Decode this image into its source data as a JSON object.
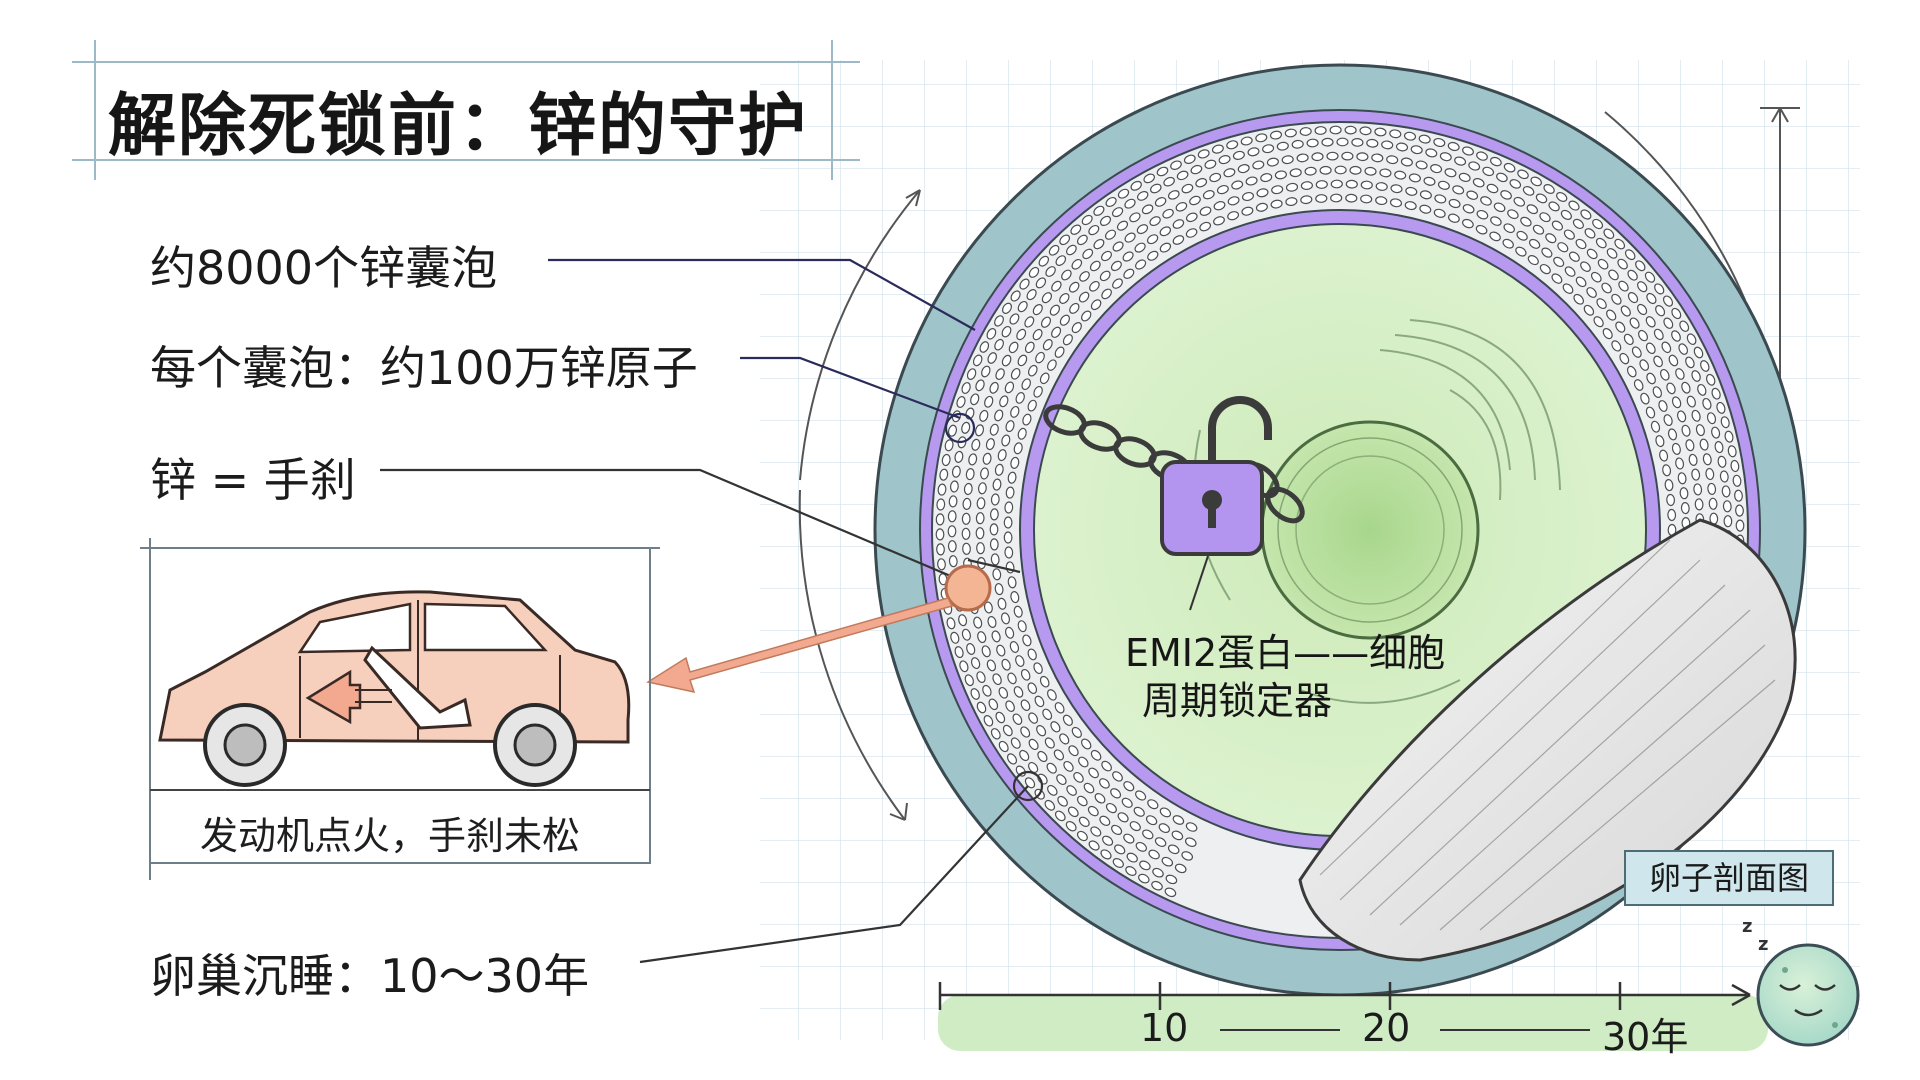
{
  "title": "解除死锁前：锌的守护",
  "labels": {
    "follicles": "约8000个锌囊泡",
    "atoms_per_vesicle": "每个囊泡：约100万锌原子",
    "zinc_brake": "锌 = 手刹",
    "ovary_sleep": "卵巢沉睡：10～30年"
  },
  "car_panel": {
    "caption": "发动机点火，手刹未松"
  },
  "protein_label": {
    "line1": "EMI2蛋白——细胞",
    "line2": "周期锁定器"
  },
  "section_badge": "卵子剖面图",
  "timeline": {
    "ticks": [
      "10",
      "20",
      "30年"
    ]
  },
  "colors": {
    "outer_ring": "#9fc4c9",
    "purple_ring": "#b79af0",
    "vesicle_ring": "#e8eaea",
    "cytoplasm": "#d6f0c6",
    "nucleus": "#b8df9f",
    "lock": "#b394ee",
    "car_body": "#f7cfbd",
    "brake_arrow": "#f3a98f",
    "timeline_bar": "#cfecc4",
    "grid": "#cfe0ea"
  },
  "icons": [
    "padlock-icon",
    "chain-icon",
    "car-icon",
    "handbrake-icon",
    "sleeping-face-icon",
    "zinc-dot-icon"
  ]
}
